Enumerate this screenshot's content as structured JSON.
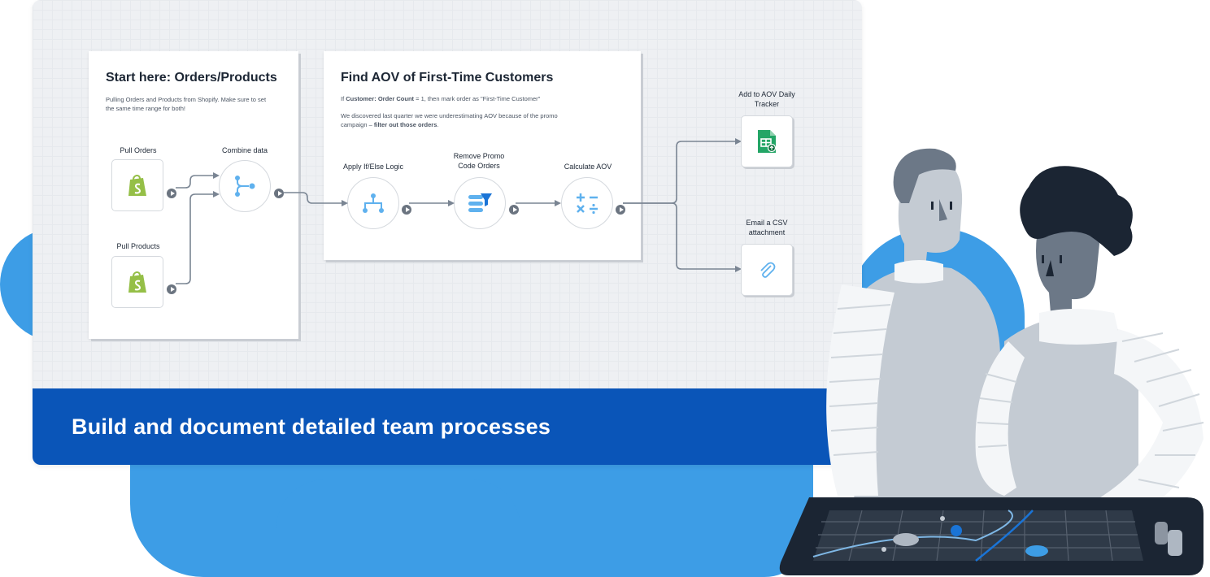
{
  "banner": {
    "text": "Build and document detailed team processes"
  },
  "panel1": {
    "title": "Start here: Orders/Products",
    "description": "Pulling Orders and Products from Shopify. Make sure to set the same time range for both!",
    "nodes": {
      "pull_orders": {
        "label": "Pull Orders",
        "icon": "shopify-icon"
      },
      "pull_products": {
        "label": "Pull Products",
        "icon": "shopify-icon"
      },
      "combine": {
        "label": "Combine data",
        "icon": "merge-icon"
      }
    }
  },
  "panel2": {
    "title": "Find AOV of First-Time Customers",
    "line1_prefix": "If ",
    "line1_bold": "Customer: Order Count",
    "line1_suffix": " = 1, then mark order as \"First-Time Customer\"",
    "line2_prefix": "We discovered last quarter we were underestimating AOV because of the promo campaign – ",
    "line2_bold": "filter out those orders",
    "line2_suffix": ".",
    "nodes": {
      "apply_logic": {
        "label": "Apply If/Else Logic",
        "icon": "branch-icon"
      },
      "remove_promo": {
        "label": "Remove Promo Code Orders",
        "icon": "filter-icon"
      },
      "calc_aov": {
        "label": "Calculate AOV",
        "icon": "math-operators-icon"
      }
    }
  },
  "outputs": {
    "tracker": {
      "label": "Add to AOV Daily Tracker",
      "icon": "google-sheets-icon"
    },
    "email": {
      "label": "Email a CSV attachment",
      "icon": "paperclip-icon"
    }
  },
  "colors": {
    "banner": "#0a55b8",
    "blob": "#3d9de6",
    "wire": "#7a8593",
    "shopify": "#95bf47",
    "node_icon": "#5fb1ee",
    "sheets": "#23a566"
  }
}
